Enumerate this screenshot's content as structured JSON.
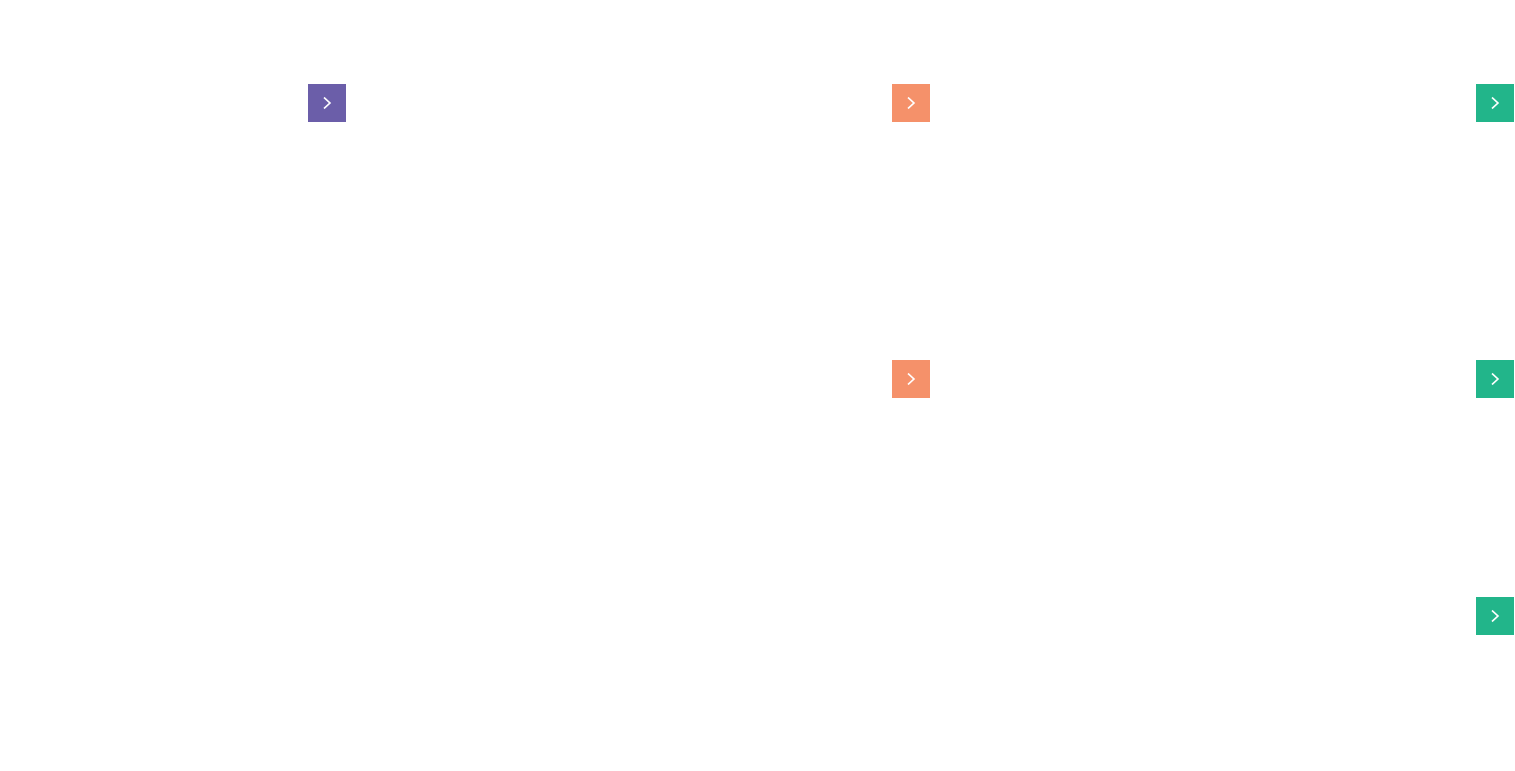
{
  "buttons": [
    {
      "id": "btn-1",
      "color": "#6b5ea9",
      "icon": "chevron-right-icon"
    },
    {
      "id": "btn-2",
      "color": "#f5916a",
      "icon": "chevron-right-icon"
    },
    {
      "id": "btn-3",
      "color": "#22b58a",
      "icon": "chevron-right-icon"
    },
    {
      "id": "btn-4",
      "color": "#f5916a",
      "icon": "chevron-right-icon"
    },
    {
      "id": "btn-5",
      "color": "#22b58a",
      "icon": "chevron-right-icon"
    },
    {
      "id": "btn-6",
      "color": "#22b58a",
      "icon": "chevron-right-icon"
    }
  ]
}
